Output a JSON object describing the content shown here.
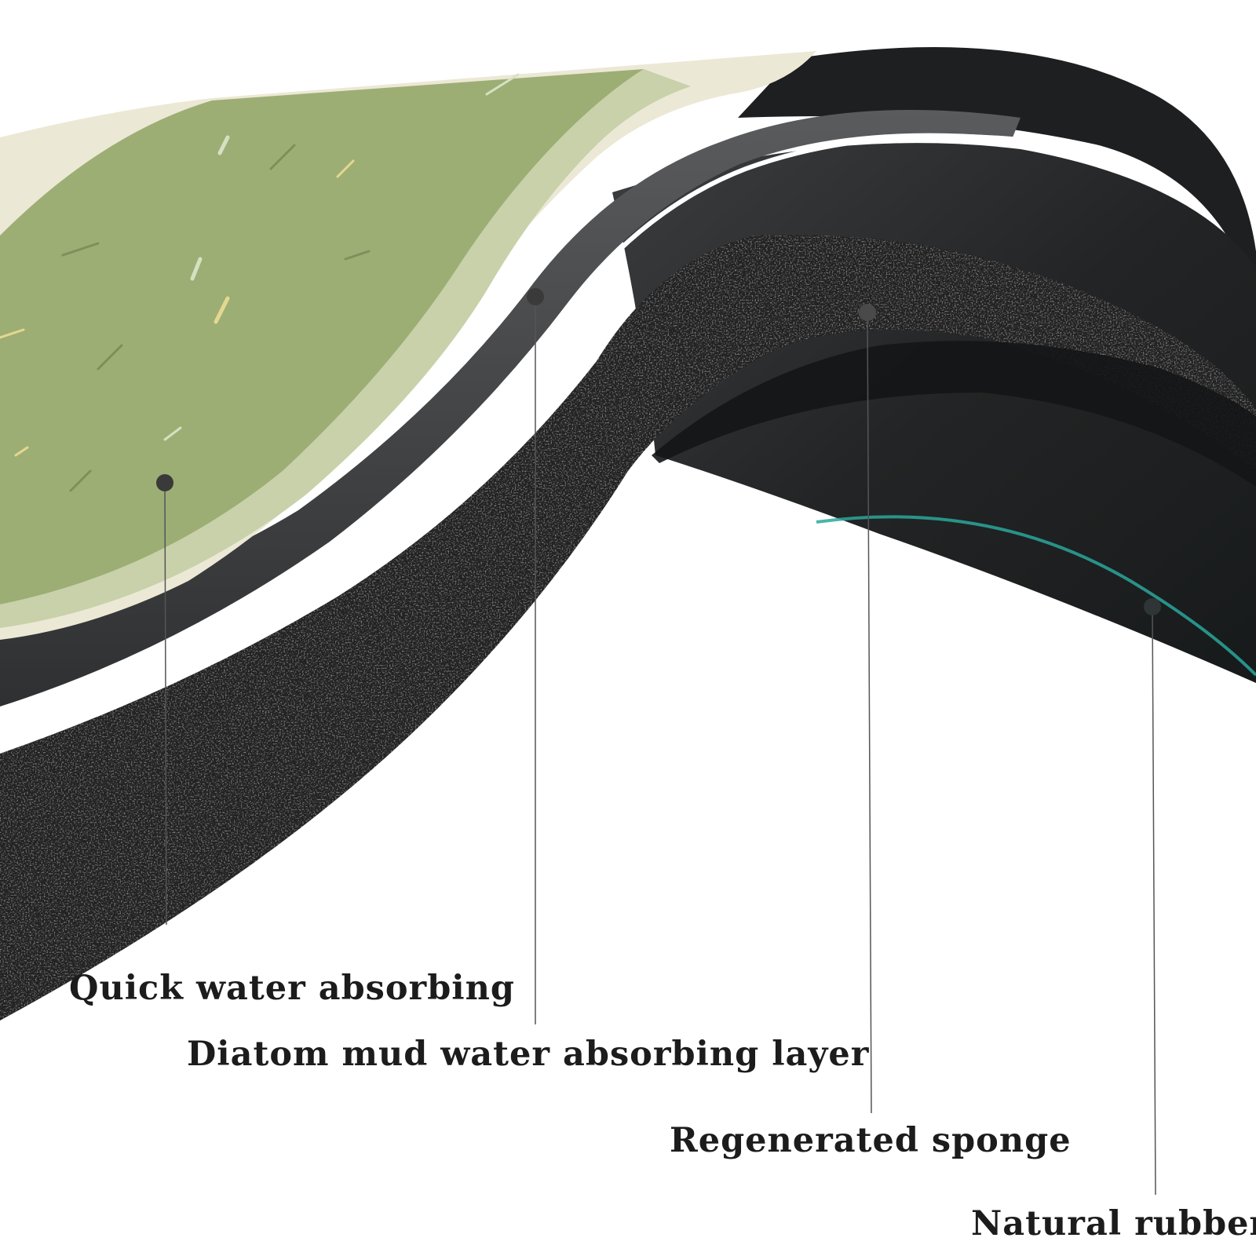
{
  "layers": [
    {
      "id": "quick",
      "label": "Quick water absorbing"
    },
    {
      "id": "diatom",
      "label": "Diatom mud water absorbing layer"
    },
    {
      "id": "sponge",
      "label": "Regenerated sponge"
    },
    {
      "id": "rubber",
      "label": "Natural rubber"
    }
  ],
  "colors": {
    "top_surface_green": "#9dae74",
    "surface_rim_cream": "#ece8d6",
    "surface_band_sage": "#c8d1a9",
    "speck_light": "#d7e0c3",
    "speck_yellow": "#e4d890",
    "diatom_film": "#4a4b4d",
    "sponge_black": "#202020",
    "rubber_underside": "#2a2a2a",
    "underside_teal": "#2aa79b",
    "callout_dot": "#3a3a3a",
    "callout_line": "#555555",
    "label_text": "#1c1c1c"
  }
}
